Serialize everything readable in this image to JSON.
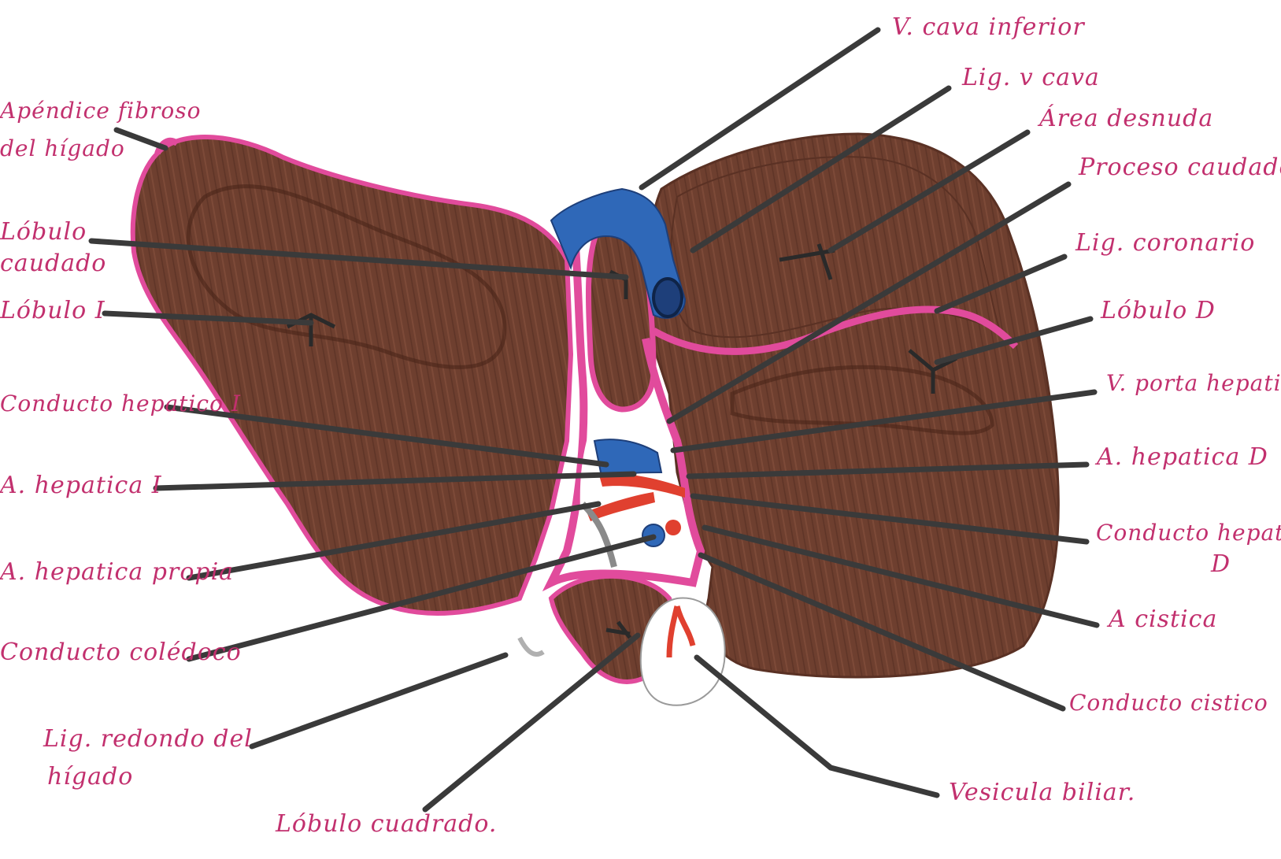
{
  "diagram": {
    "subject": "liver-visceral-surface",
    "colors": {
      "parenchyma": "#6e3f2f",
      "parenchyma_dark": "#5a3124",
      "vessel_vein": "#2f68b8",
      "vessel_artery": "#e0402f",
      "ligament": "#e14b9c",
      "leader_line": "#3a3a3a",
      "label_text": "#c2306e",
      "gallbladder": "#ffffff"
    },
    "labels": {
      "vena_cava_inferior": "V. cava inferior",
      "lig_v_cava": "Lig. v cava",
      "area_desnuda": "Área desnuda",
      "proceso_caudado": "Proceso caudado",
      "lig_coronario": "Lig. coronario",
      "lobulo_d": "Lóbulo D",
      "v_porta_hepatica": "V. porta hepatica",
      "a_hepatica_d": "A. hepatica D",
      "conducto_hepatico_d": "Conducto hepatico",
      "conducto_hepatico_d_line2": "D",
      "a_cistica": "A cistica",
      "conducto_cistico": "Conducto cistico",
      "vesicula_biliar": "Vesicula biliar.",
      "lobulo_cuadrado": "Lóbulo cuadrado.",
      "lig_redondo_line1": "Lig. redondo del",
      "lig_redondo_line2": "hígado",
      "conducto_coledoco": "Conducto colédoco",
      "a_hepatica_propia": "A. hepatica propia",
      "a_hepatica_i": "A. hepatica I",
      "conducto_hepatico_i": "Conducto hepatico I",
      "lobulo_i": "Lóbulo I",
      "lobulo_caudado_line1": "Lóbulo",
      "lobulo_caudado_line2": "caudado",
      "apendice_fibroso_line1": "Apéndice fibroso",
      "apendice_fibroso_line2": "del hígado"
    }
  }
}
